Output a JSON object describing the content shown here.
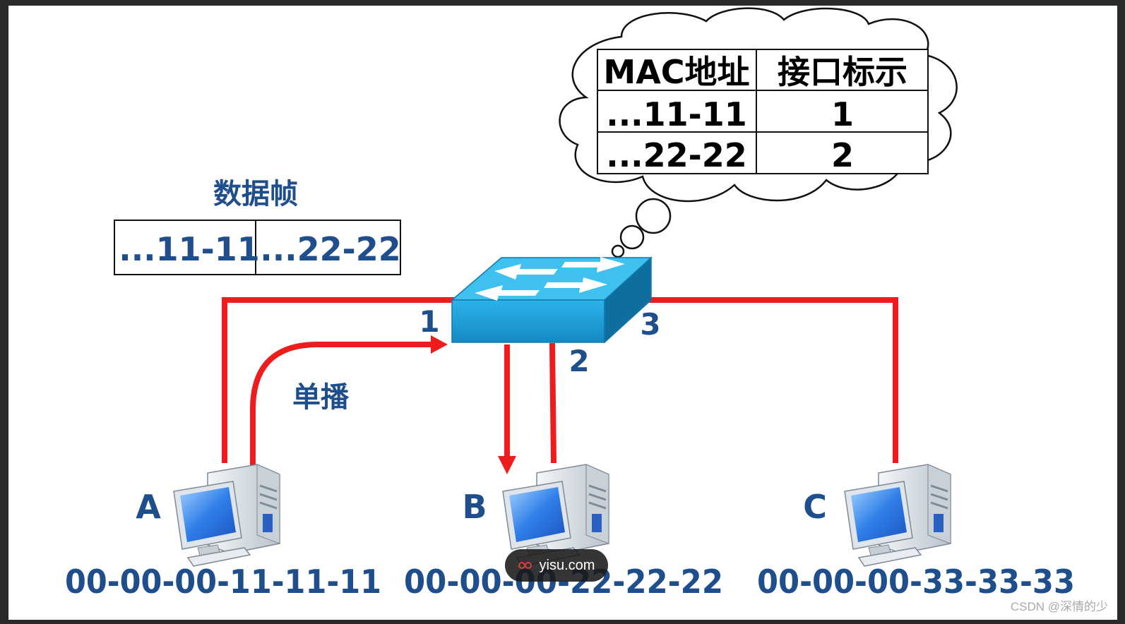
{
  "diagram": {
    "frame": {
      "title": "数据帧",
      "fields": [
        "...11-11",
        "...22-22"
      ]
    },
    "mac_table": {
      "headers": [
        "MAC地址",
        "接口标示"
      ],
      "rows": [
        {
          "mac": "...11-11",
          "port": "1"
        },
        {
          "mac": "...22-22",
          "port": "2"
        }
      ]
    },
    "ports": {
      "p1": "1",
      "p2": "2",
      "p3": "3"
    },
    "unicast_label": "单播",
    "hosts": [
      {
        "label": "A",
        "mac": "00-00-00-11-11-11"
      },
      {
        "label": "B",
        "mac": "00-00-00-22-22-22"
      },
      {
        "label": "C",
        "mac": "00-00-00-33-33-33"
      }
    ],
    "colors": {
      "link": "#ee1c1c",
      "label": "#1f4e8c",
      "switch": "#1aa0d8"
    }
  },
  "watermark": {
    "pill": "yisu.com",
    "corner": "CSDN @深情的少"
  }
}
